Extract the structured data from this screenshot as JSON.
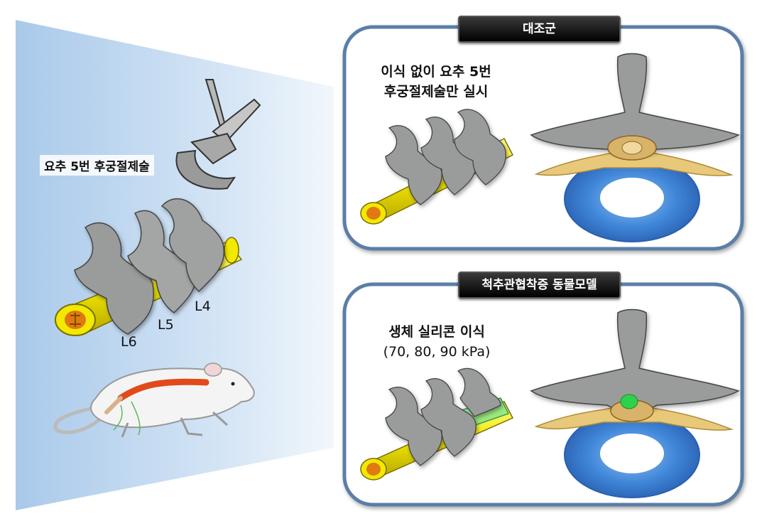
{
  "left_panel": {
    "procedure_label": "요추 5번 후궁절제술",
    "levels": [
      "L4",
      "L5",
      "L6"
    ]
  },
  "control_panel": {
    "title": "대조군",
    "caption_line1": "이식 없이 요추 5번",
    "caption_line2": "후궁절제술만 실시"
  },
  "model_panel": {
    "title": "척추관협착증 동물모델",
    "caption_line1": "생체 실리콘 이식",
    "caption_line2": "(70, 80, 90 kPa)"
  },
  "colors": {
    "spinal_cord": "#f2e800",
    "cord_core": "#e07a10",
    "bone": "#9a9c9c",
    "disc": "#3f86d8",
    "nerve": "#e8c97a",
    "silicone": "#2fd14a",
    "panel_border": "#5a7ea8",
    "badge": "#111111"
  }
}
